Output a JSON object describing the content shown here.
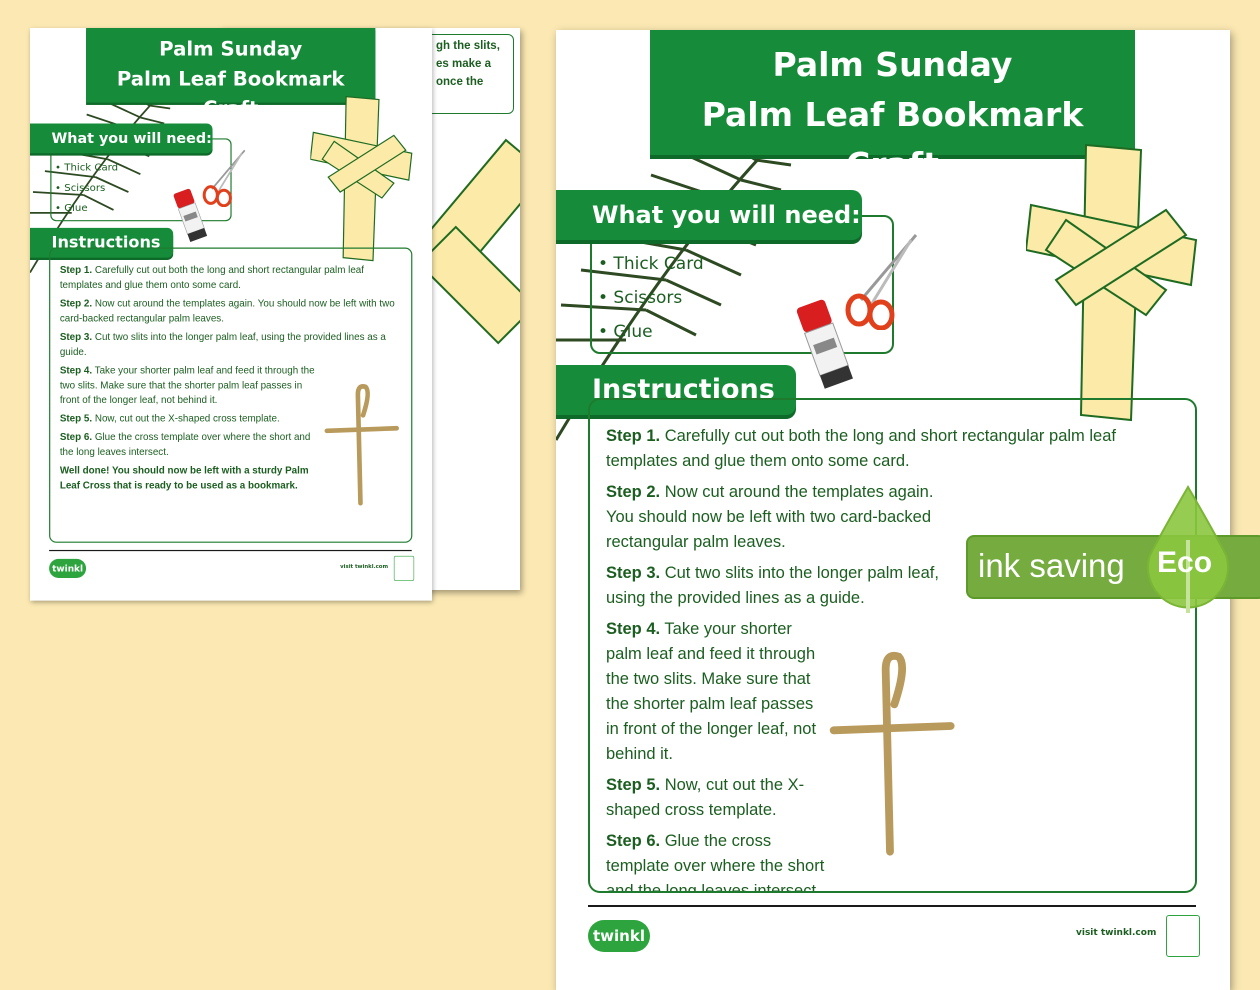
{
  "back_page": {
    "text_fragments": [
      "gh the slits,",
      "es make a",
      "once the"
    ]
  },
  "document": {
    "title_line1": "Palm Sunday",
    "title_line2": "Palm Leaf Bookmark Craft",
    "need_heading": "What you will need:",
    "need_items": [
      "• Thick Card",
      "• Scissors",
      "• Glue"
    ],
    "instructions_heading": "Instructions",
    "steps": [
      {
        "label": "Step 1.",
        "text": " Carefully cut out both the long and short rectangular palm leaf templates and glue them onto some card."
      },
      {
        "label": "Step 2.",
        "text": " Now cut around the templates again. You should now be left with two card-backed rectangular palm leaves."
      },
      {
        "label": "Step 3.",
        "text": " Cut two slits into the longer palm leaf, using the provided lines as a guide."
      },
      {
        "label": "Step 4.",
        "text": " Take your shorter palm leaf and feed it through the two slits. Make sure that the shorter palm leaf passes in front of the longer leaf, not behind it."
      },
      {
        "label": "Step 5.",
        "text": " Now, cut out the X-shaped cross template."
      },
      {
        "label": "Step 6.",
        "text": " Glue the cross template over where the short and the long leaves intersect."
      }
    ],
    "closing": "Well done! You should now be left with a sturdy Palm Leaf Cross that is ready to be used as a bookmark.",
    "footer": {
      "logo": "twinkl",
      "visit": "visit twinkl.com"
    }
  },
  "eco_badge": {
    "text": "ink saving",
    "label": "Eco"
  },
  "colors": {
    "background": "#fbe8b2",
    "brand_green": "#168c3a",
    "text_green": "#1b5e20",
    "eco_green": "#75ab3f",
    "palm_cream": "#fbeaa8"
  }
}
